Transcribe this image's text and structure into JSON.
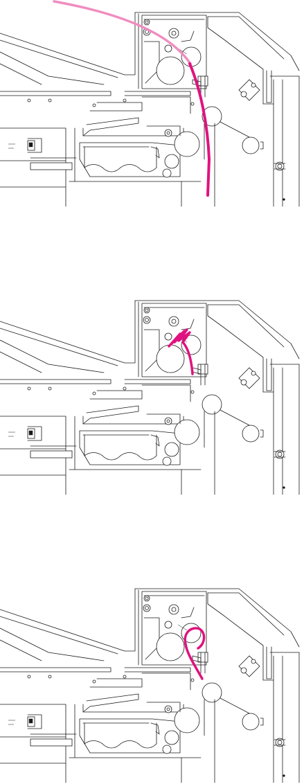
{
  "figure": {
    "panels": [
      {
        "id": "panel-1",
        "state": "paper-path-normal",
        "highlight_color": "#e0127f",
        "highlight_color_light": "#f08cc0"
      },
      {
        "id": "panel-2",
        "state": "paper-accordion-jam",
        "highlight_color": "#e0127f"
      },
      {
        "id": "panel-3",
        "state": "paper-wrapped-fuser",
        "highlight_color": "#e0127f"
      }
    ]
  }
}
